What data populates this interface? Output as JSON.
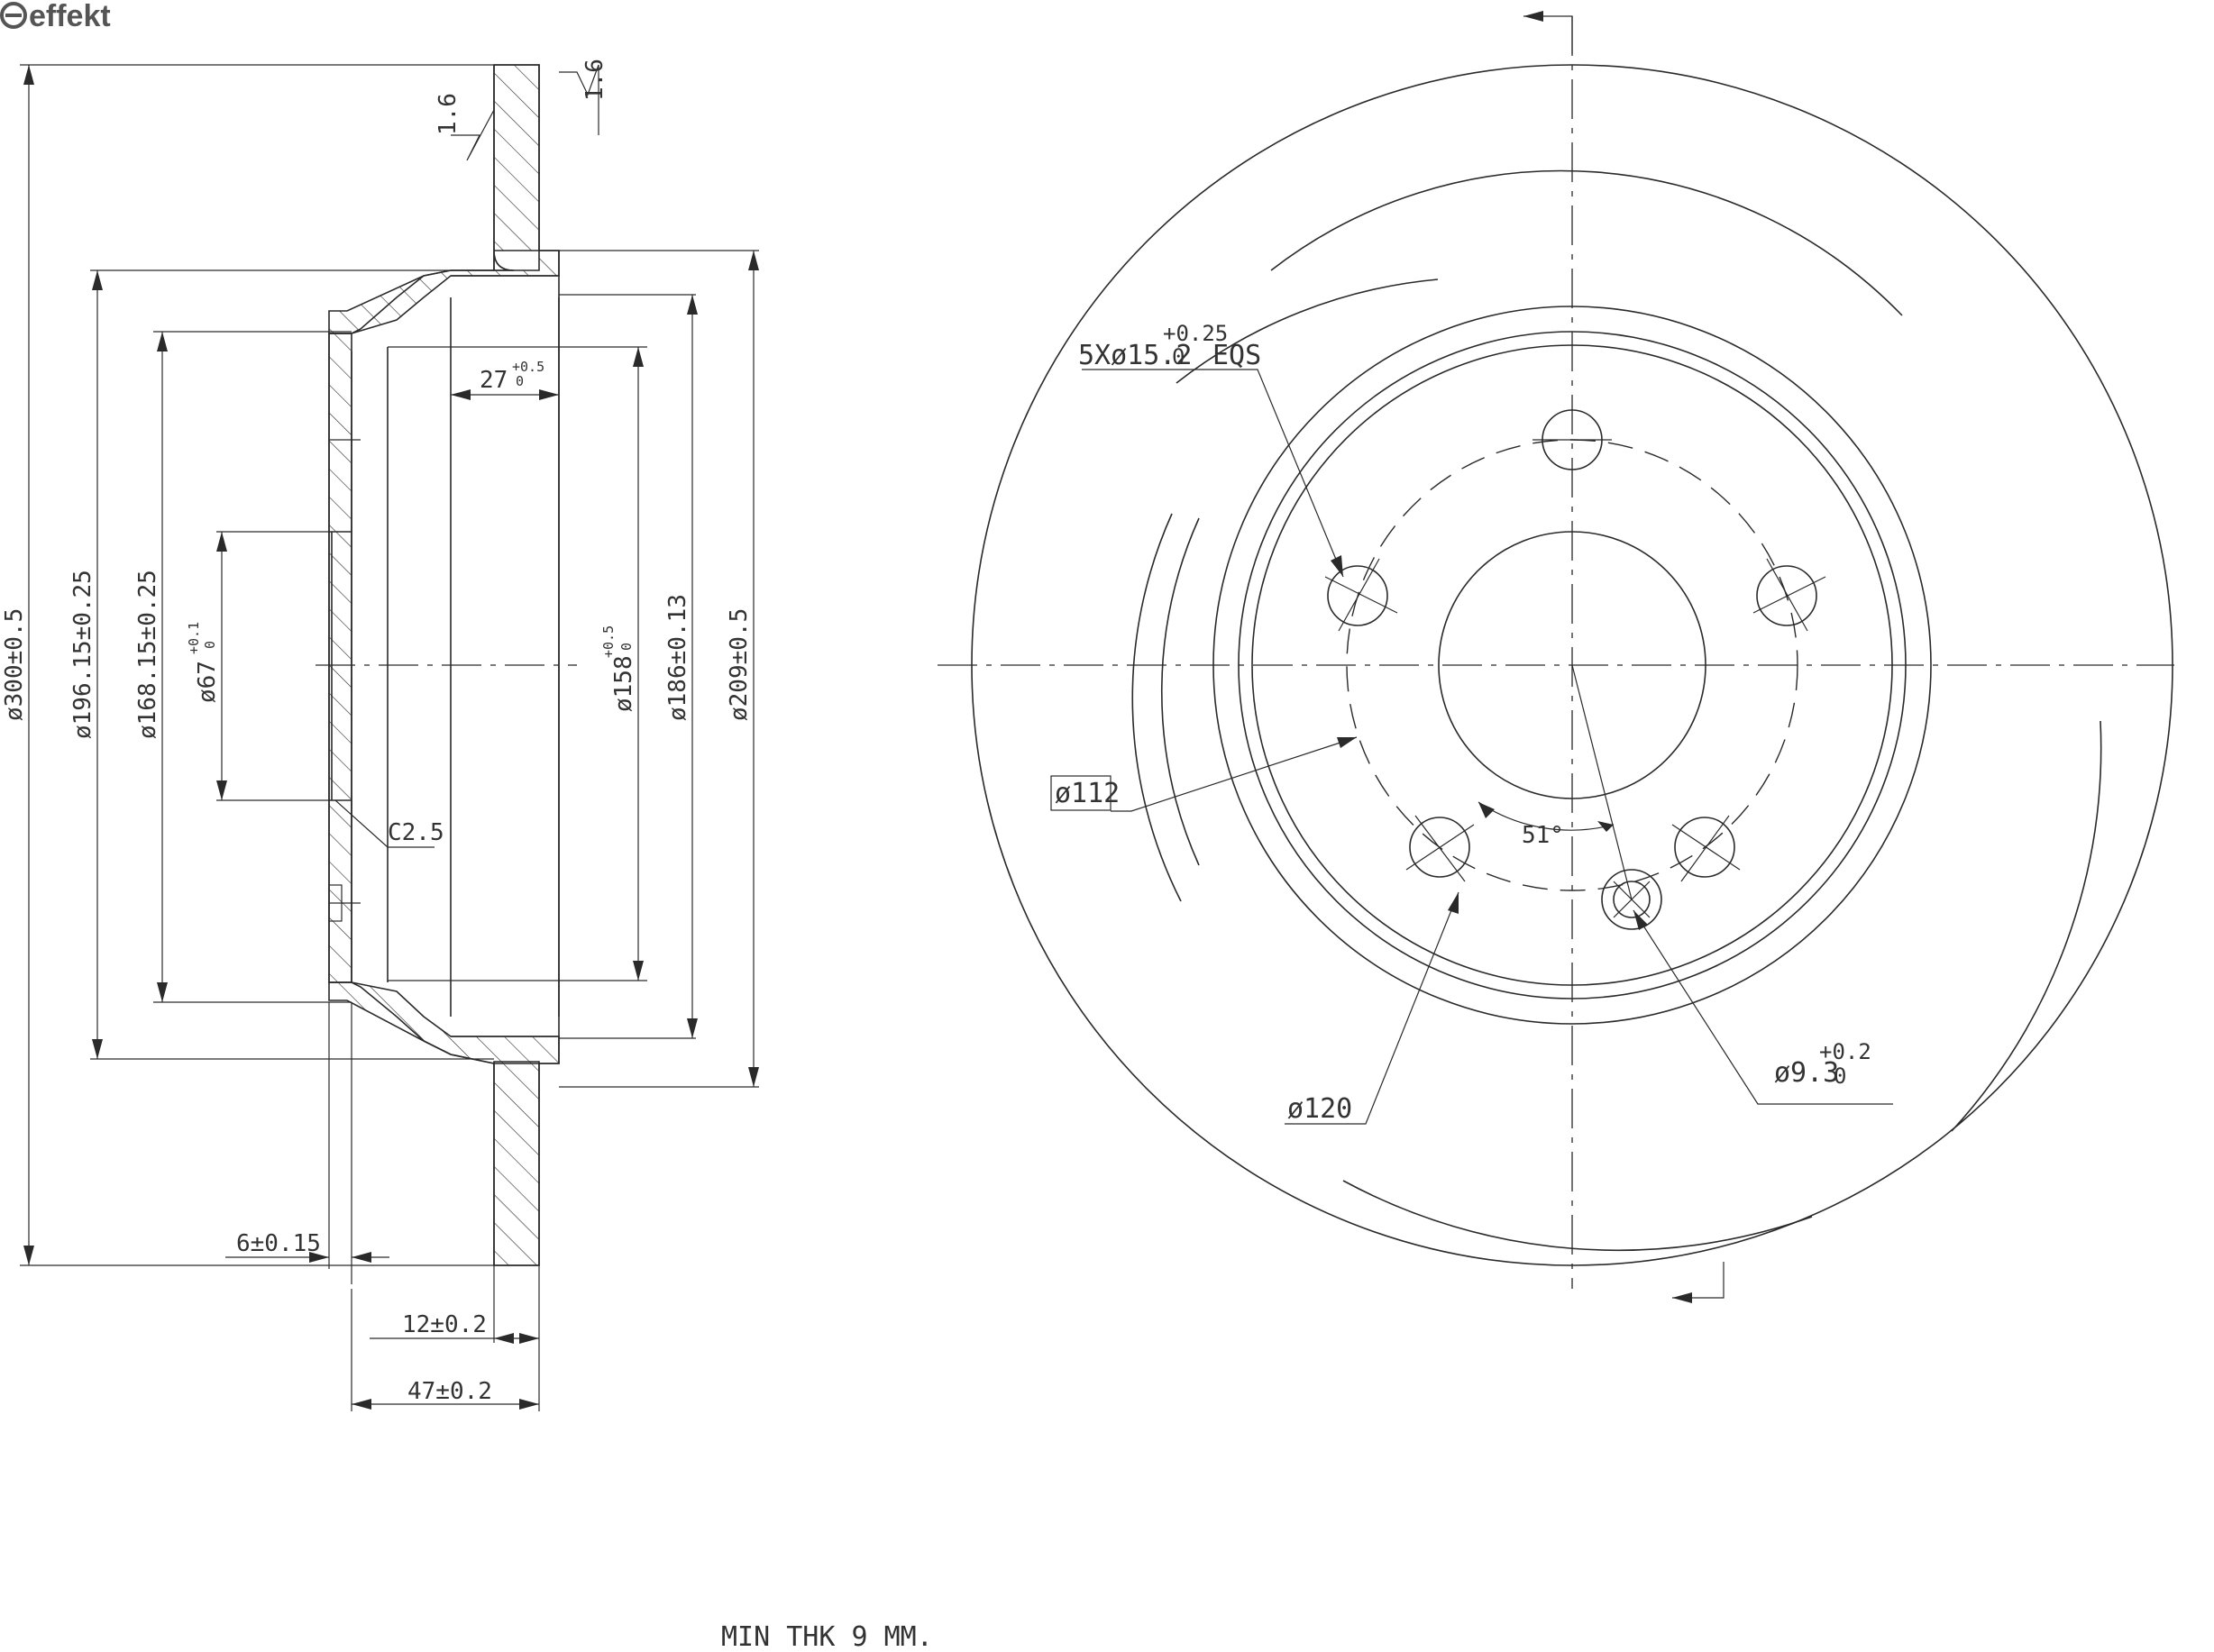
{
  "brand": {
    "name": "effekt",
    "logo_icon": "effekt-e-circle-logo-icon"
  },
  "section_view": {
    "dims": {
      "d300": "ø300±0.5",
      "d196": "ø196.15±0.25",
      "d168": "ø168.15±0.25",
      "d67": "ø67",
      "d67_tol_upper": "+0.1",
      "d67_tol_lower": "0",
      "d158": "ø158",
      "d158_tol_upper": "+0.5",
      "d158_tol_lower": "0",
      "d186": "ø186±0.13",
      "d209": "ø209±0.5",
      "w27": "27",
      "w27_tol_upper": "+0.5",
      "w27_tol_lower": "0",
      "t6": "6±0.15",
      "t12": "12±0.2",
      "t47": "47±0.2",
      "chamfer": "C2.5",
      "roughness_left": "1.6",
      "roughness_right": "1.6"
    }
  },
  "front_view": {
    "holes_label": "5Xø15.2",
    "holes_tol_upper": "+0.25",
    "holes_tol_lower": "0",
    "holes_suffix": "EQS",
    "pcd": "ø112",
    "d120": "ø120",
    "angle": "51°",
    "small_hole": "ø9.3",
    "small_hole_tol_upper": "+0.2",
    "small_hole_tol_lower": "0"
  },
  "note": "MIN THK 9 MM."
}
